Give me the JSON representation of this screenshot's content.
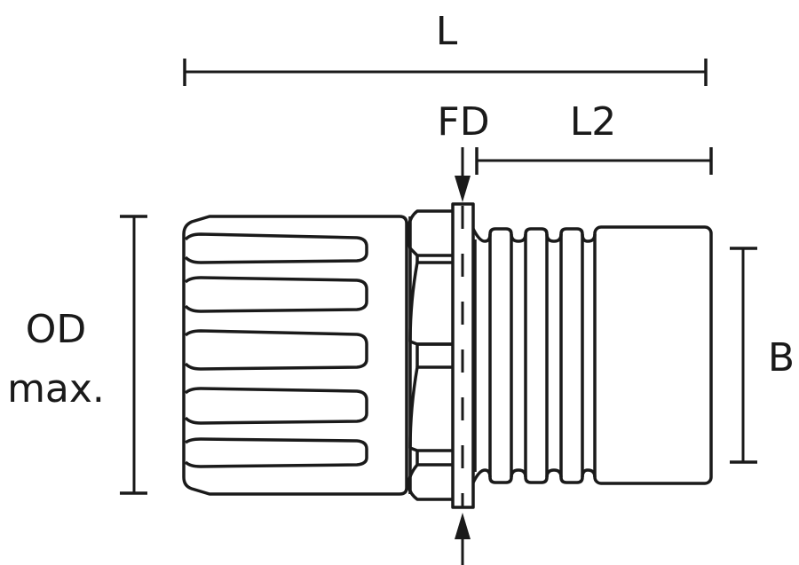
{
  "diagram": {
    "type": "technical-dimension-drawing",
    "subject": "cable gland fitting, side view",
    "stroke_color": "#1a1a1a",
    "background": "#ffffff"
  },
  "dimensions": {
    "L": {
      "label": "L"
    },
    "FD": {
      "label": "FD"
    },
    "L2": {
      "label": "L2"
    },
    "OD": {
      "label_line1": "OD",
      "label_line2": "max."
    },
    "B": {
      "label": "B"
    }
  }
}
